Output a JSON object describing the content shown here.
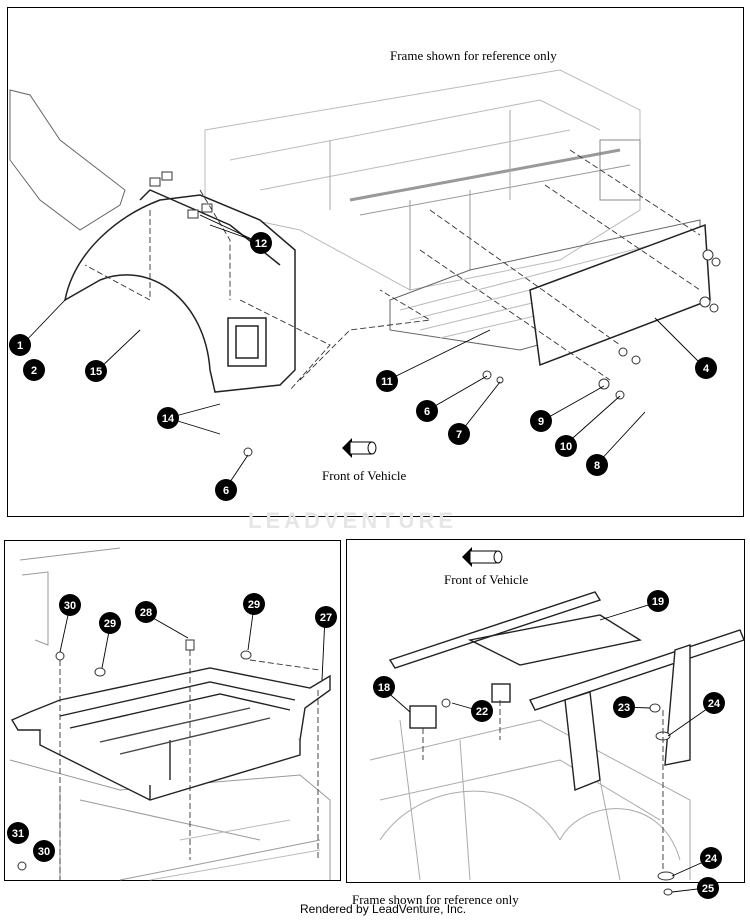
{
  "top_panel": {
    "reference_note": "Frame shown for reference only",
    "direction_label": "Front of Vehicle",
    "callouts": [
      "1",
      "2",
      "15",
      "12",
      "14",
      "6",
      "11",
      "6",
      "7",
      "9",
      "10",
      "8",
      "4"
    ]
  },
  "bottom_left_panel": {
    "callouts": [
      "30",
      "29",
      "28",
      "29",
      "27",
      "31",
      "30"
    ]
  },
  "bottom_right_panel": {
    "direction_label": "Front of Vehicle",
    "reference_note": "Frame shown for reference only",
    "callouts": [
      "19",
      "18",
      "22",
      "23",
      "24",
      "24",
      "25"
    ]
  },
  "watermark": "LEADVENTURE",
  "footer": "Rendered by LeadVenture, Inc."
}
